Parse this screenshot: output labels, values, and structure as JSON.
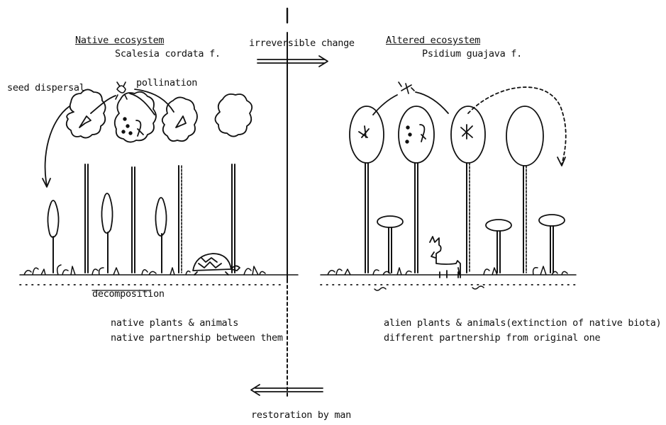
{
  "native": {
    "title": "Native ecosystem",
    "species": "Scalesia cordata f.",
    "seed_dispersal": "seed dispersal",
    "pollination": "pollination",
    "decomposition": "decomposition",
    "summary_line1": "native plants & animals",
    "summary_line2": "native partnership between them"
  },
  "transition": {
    "forward": "irreversible change",
    "backward": "restoration by man"
  },
  "altered": {
    "title": "Altered ecosystem",
    "species": "Psidium guajava f.",
    "summary_line1": "alien plants & animals(extinction of native biota)",
    "summary_line2": "different partnership from original one"
  }
}
